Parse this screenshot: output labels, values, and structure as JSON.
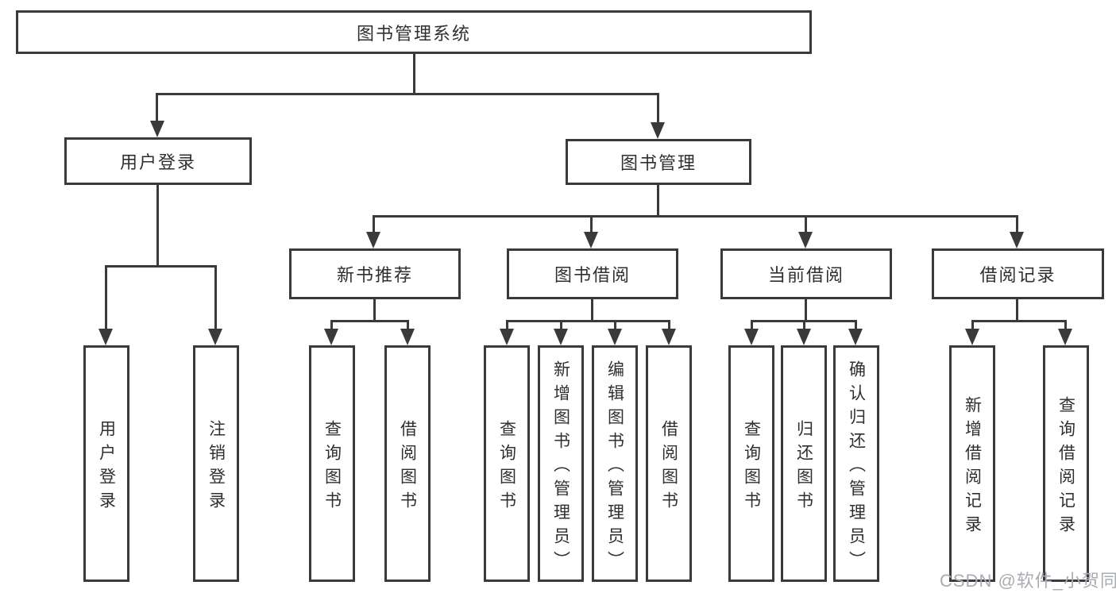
{
  "diagram": {
    "title": "图书管理系统",
    "branches": {
      "user_login": {
        "label": "用户登录",
        "children": {
          "login": "用户登录",
          "logout": "注销登录"
        }
      },
      "book_management": {
        "label": "图书管理",
        "sections": {
          "new_book_recommend": {
            "label": "新书推荐",
            "children": {
              "query_books": "查询图书",
              "borrow_books": "借阅图书"
            }
          },
          "book_borrowing": {
            "label": "图书借阅",
            "children": {
              "query_books": "查询图书",
              "add_books": "新增图书（管理员）",
              "edit_books": "编辑图书（管理员）",
              "borrow_books": "借阅图书"
            }
          },
          "current_borrowing": {
            "label": "当前借阅",
            "children": {
              "query_books": "查询图书",
              "return_books": "归还图书",
              "confirm_return": "确认归还（管理员）"
            }
          },
          "borrow_records": {
            "label": "借阅记录",
            "children": {
              "add_record": "新增借阅记录",
              "query_record": "查询借阅记录"
            }
          }
        }
      }
    }
  },
  "watermark": "CSDN @软件_小贺同学",
  "colors": {
    "background": "#ffffff",
    "line": "#3a3a3a",
    "box_border": "#3a3a3a",
    "text": "#2f2f2f",
    "watermark": "#a9acb2"
  }
}
